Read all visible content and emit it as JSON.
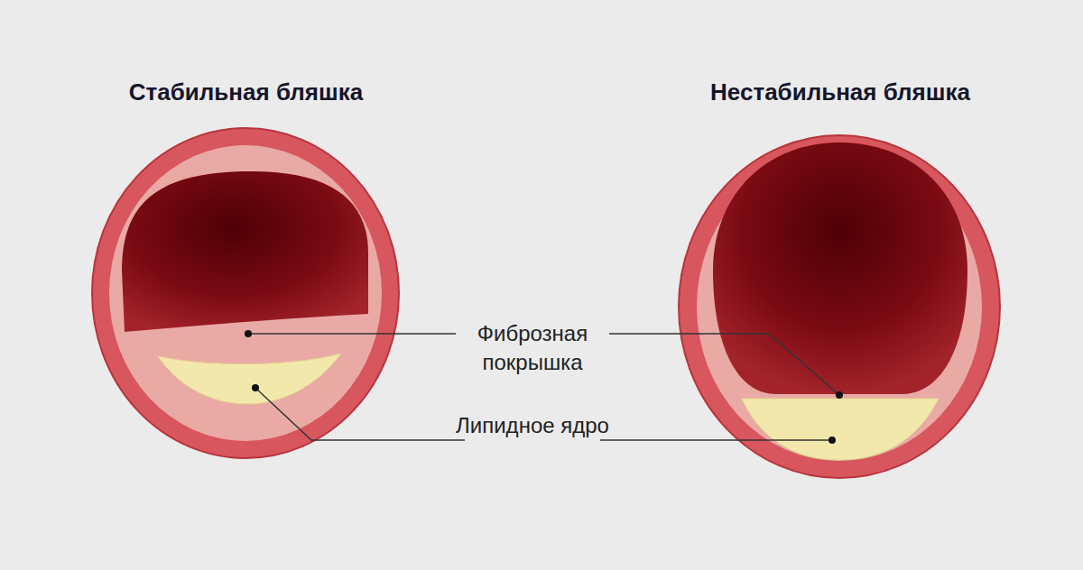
{
  "diagram": {
    "nodes": [
      {
        "text": [
          "Стабильная бляшка"
        ]
      },
      {
        "text": [
          "Нестабильная бляшка"
        ]
      }
    ],
    "labels": [
      "Фиброзная покрышка",
      "Липидное ядро"
    ]
  }
}
